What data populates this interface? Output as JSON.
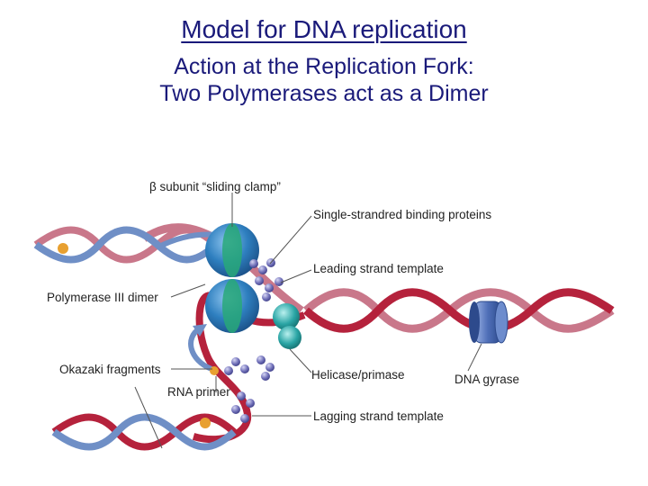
{
  "title": "Model for DNA replication",
  "subtitle_line1": "Action at the Replication Fork:",
  "subtitle_line2": "Two Polymerases act as a Dimer",
  "labels": {
    "sliding_clamp": "β subunit “sliding clamp”",
    "ssb": "Single-strandred binding proteins",
    "leading_template": "Leading strand template",
    "pol3_dimer": "Polymerase III dimer",
    "okazaki": "Okazaki fragments",
    "helicase": "Helicase/primase",
    "gyrase": "DNA gyrase",
    "rna_primer": "RNA primer",
    "lagging_template": "Lagging strand template"
  },
  "colors": {
    "heading": "#1a1a7a",
    "parental_strand": "#c9778a",
    "daughter_strand": "#b5223c",
    "new_strand": "#6f8fc6",
    "polymerase": "#2e7fbf",
    "clamp": "#28a878",
    "helicase": "#2aa5a5",
    "ssb_protein": "#6f6fb8",
    "primer": "#e8a030",
    "gyrase": "#4f6fb8"
  }
}
